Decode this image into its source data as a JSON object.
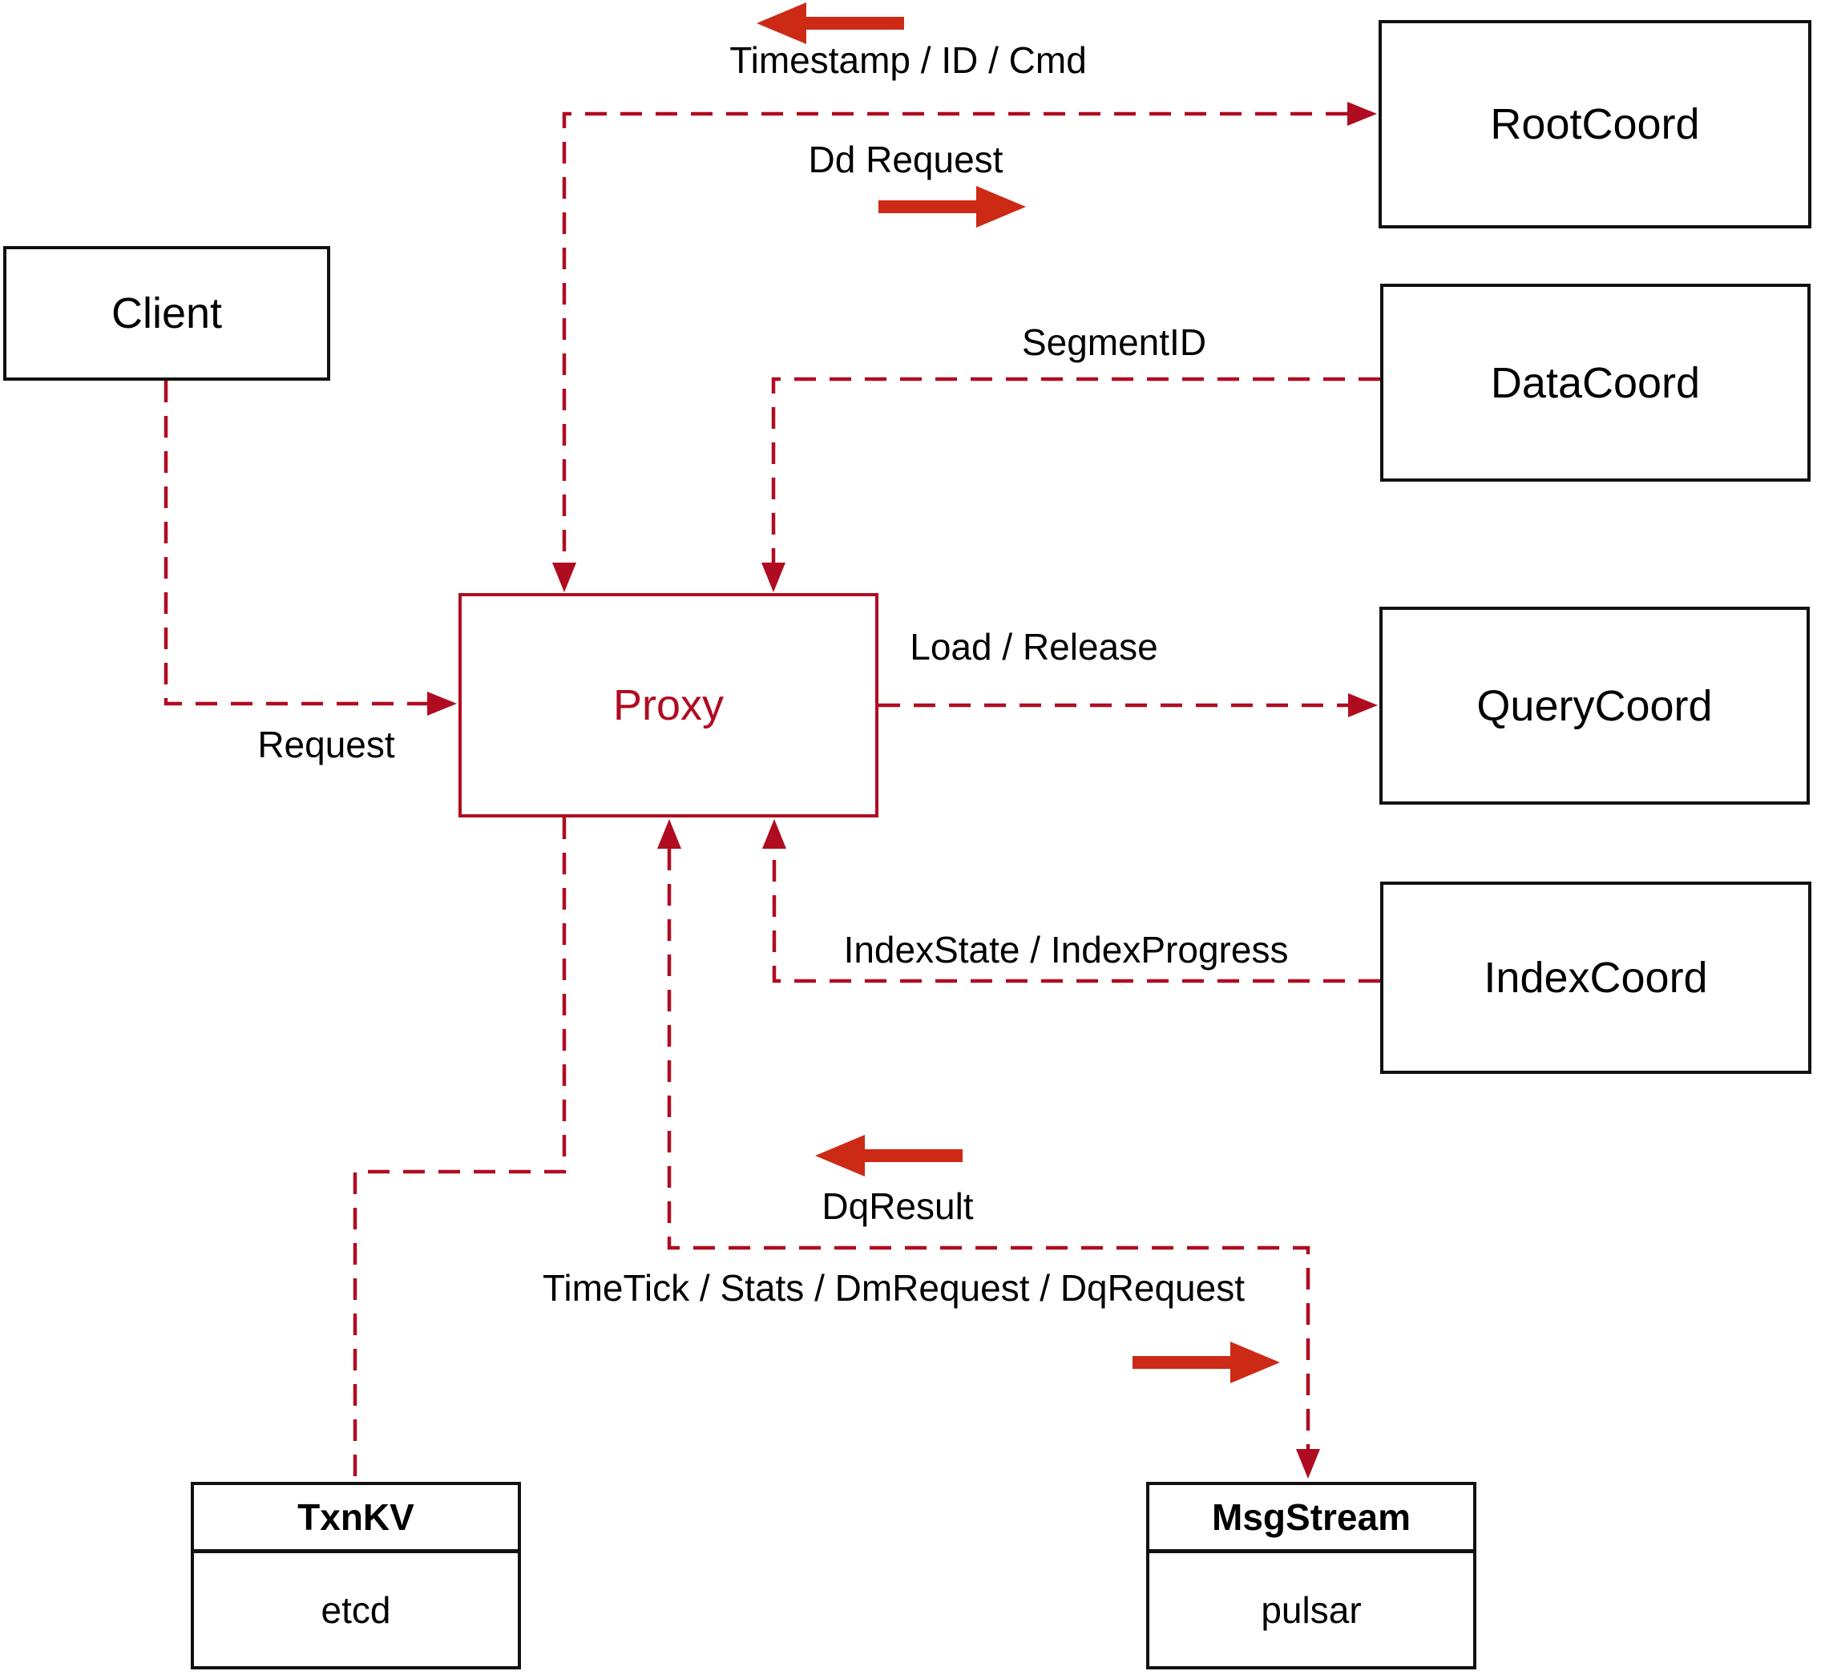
{
  "diagram": {
    "nodes": {
      "client": {
        "label": "Client"
      },
      "proxy": {
        "label": "Proxy"
      },
      "rootcoord": {
        "label": "RootCoord"
      },
      "datacoord": {
        "label": "DataCoord"
      },
      "querycoord": {
        "label": "QueryCoord"
      },
      "indexcoord": {
        "label": "IndexCoord"
      },
      "txnkv": {
        "title": "TxnKV",
        "subtitle": "etcd"
      },
      "msgstream": {
        "title": "MsgStream",
        "subtitle": "pulsar"
      }
    },
    "edge_labels": {
      "timestamp": "Timestamp / ID / Cmd",
      "dd_request": "Dd Request",
      "segment_id": "SegmentID",
      "load_release": "Load / Release",
      "index_state": "IndexState / IndexProgress",
      "dq_result": "DqResult",
      "time_tick": "TimeTick / Stats / DmRequest / DqRequest",
      "request": "Request"
    },
    "colors": {
      "connector": "#b00c21",
      "arrow": "#cc2a15",
      "box_border": "#111111",
      "text": "#000000",
      "background": "#ffffff"
    }
  }
}
